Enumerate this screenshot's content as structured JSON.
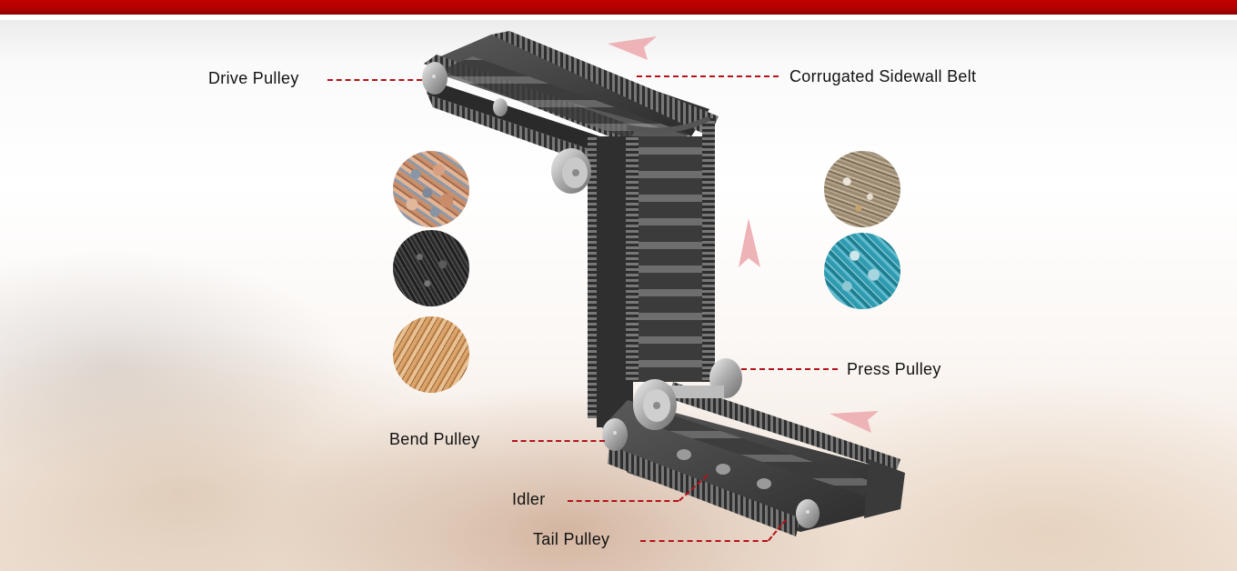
{
  "header": {
    "bar_color": "#b80000"
  },
  "diagram": {
    "subject": "Corrugated sidewall belt conveyor",
    "labels": {
      "drive_pulley": "Drive Pulley",
      "corrugated_sidewall_belt": "Corrugated Sidewall Belt",
      "press_pulley": "Press Pulley",
      "bend_pulley": "Bend Pulley",
      "idler": "Idler",
      "tail_pulley": "Tail Pulley"
    },
    "leader_line_color": "#b3131a",
    "direction_arrow_color": "#eeb3b6",
    "materials_left": [
      {
        "name": "gravel",
        "icon": "gravel-sample-icon"
      },
      {
        "name": "coal",
        "icon": "coal-sample-icon"
      },
      {
        "name": "wood chips",
        "icon": "wood-chips-sample-icon"
      }
    ],
    "materials_right": [
      {
        "name": "sand",
        "icon": "sand-sample-icon"
      },
      {
        "name": "glass cullet",
        "icon": "glass-sample-icon"
      }
    ]
  }
}
